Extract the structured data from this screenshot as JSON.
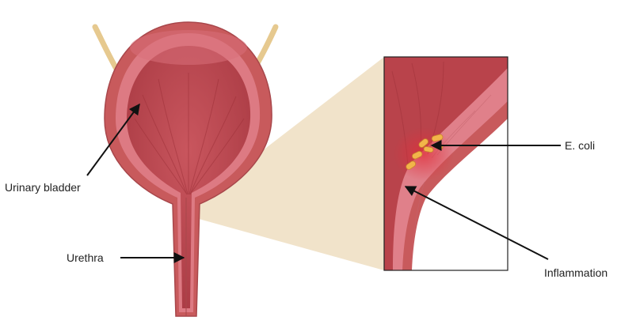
{
  "labels": {
    "bladder": "Urinary bladder",
    "urethra": "Urethra",
    "ecoli": "E. coli",
    "inflammation": "Inflammation"
  },
  "colors": {
    "wall_outer": "#c85a5c",
    "wall_band": "#e0808a",
    "lumen": "#b9434b",
    "lumen_inner": "#c65259",
    "ureter": "#e6c98f",
    "zoom_fill": "#efe0c4",
    "bacteria": "#f2b54a",
    "arrow": "#111111"
  }
}
